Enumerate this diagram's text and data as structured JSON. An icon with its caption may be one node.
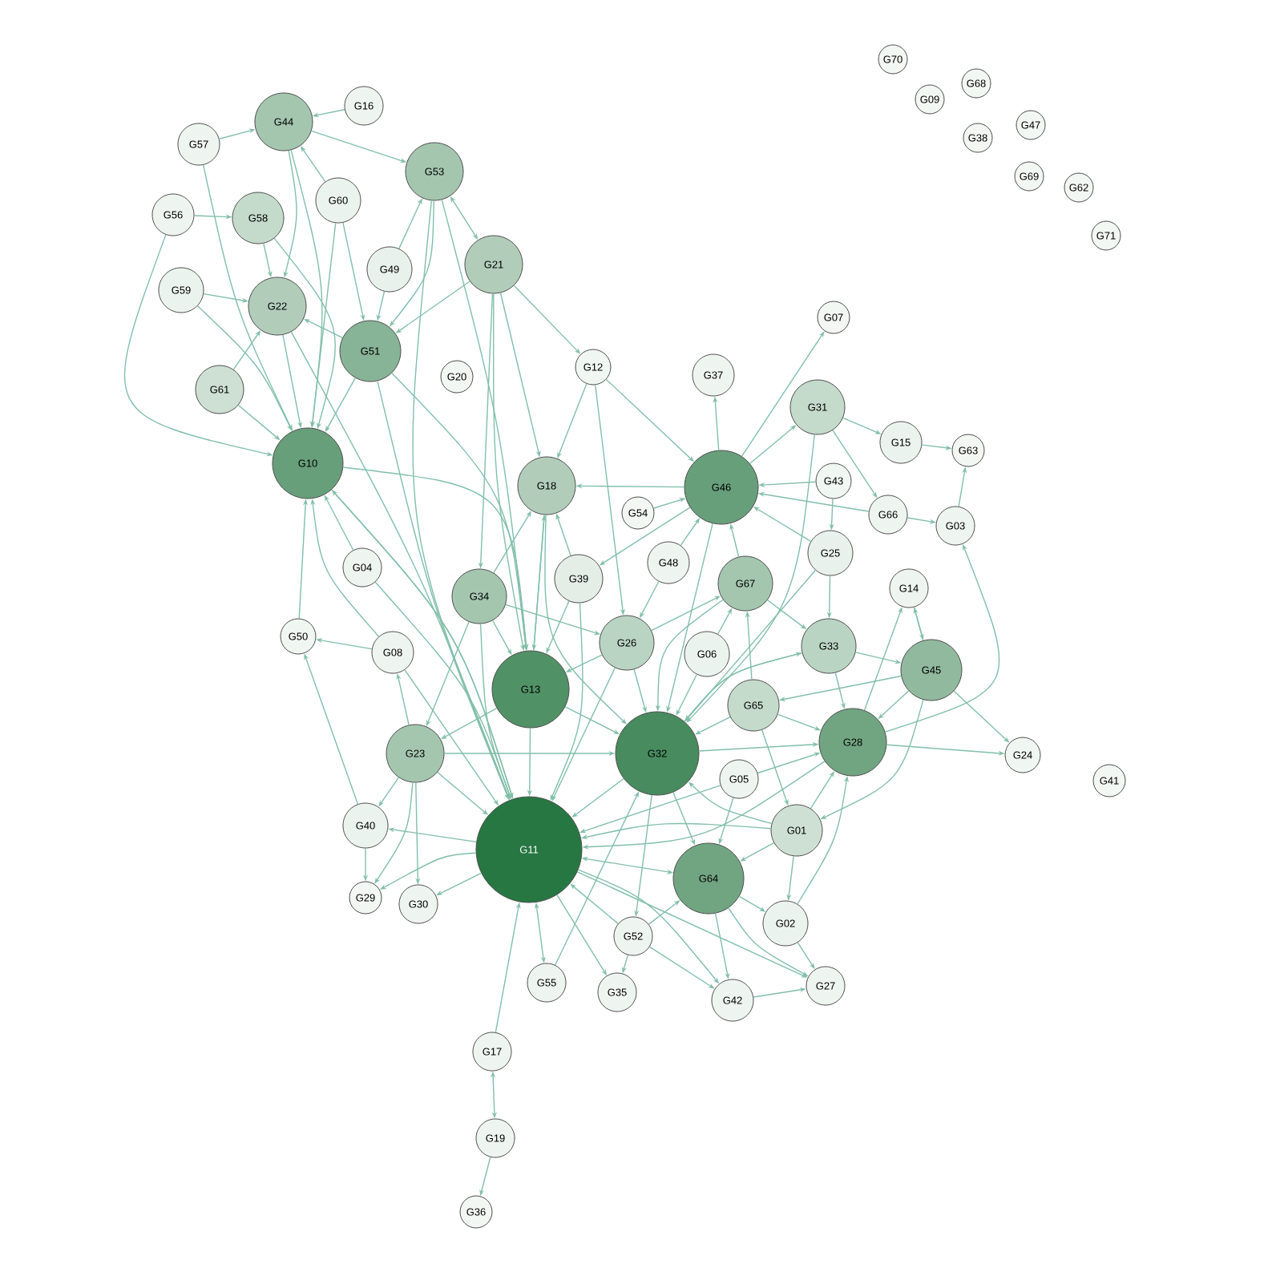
{
  "diagram": {
    "nodes": [
      {
        "text": [
          "G70"
        ]
      },
      {
        "text": [
          "G68"
        ]
      },
      {
        "text": [
          "G09"
        ]
      },
      {
        "text": [
          "G44"
        ]
      },
      {
        "text": [
          "G16"
        ]
      },
      {
        "text": [
          "G47"
        ]
      },
      {
        "text": [
          "G38"
        ]
      },
      {
        "text": [
          "G57"
        ]
      },
      {
        "text": [
          "G53"
        ]
      },
      {
        "text": [
          "G69"
        ]
      },
      {
        "text": [
          "G62"
        ]
      },
      {
        "text": [
          "G60"
        ]
      },
      {
        "text": [
          "G56"
        ]
      },
      {
        "text": [
          "G58"
        ]
      },
      {
        "text": [
          "G71"
        ]
      },
      {
        "text": [
          "G21"
        ]
      },
      {
        "text": [
          "G49"
        ]
      },
      {
        "text": [
          "G59"
        ]
      },
      {
        "text": [
          "G22"
        ]
      },
      {
        "text": [
          "G07"
        ]
      },
      {
        "text": [
          "G51"
        ]
      },
      {
        "text": [
          "G12"
        ]
      },
      {
        "text": [
          "G37"
        ]
      },
      {
        "text": [
          "G20"
        ]
      },
      {
        "text": [
          "G61"
        ]
      },
      {
        "text": [
          "G31"
        ]
      },
      {
        "text": [
          "G15"
        ]
      },
      {
        "text": [
          "G63"
        ]
      },
      {
        "text": [
          "G10"
        ]
      },
      {
        "text": [
          "G43"
        ]
      },
      {
        "text": [
          "G18"
        ]
      },
      {
        "text": [
          "G46"
        ]
      },
      {
        "text": [
          "G54"
        ]
      },
      {
        "text": [
          "G66"
        ]
      },
      {
        "text": [
          "G03"
        ]
      },
      {
        "text": [
          "G25"
        ]
      },
      {
        "text": [
          "G48"
        ]
      },
      {
        "text": [
          "G04"
        ]
      },
      {
        "text": [
          "G39"
        ]
      },
      {
        "text": [
          "G14"
        ]
      },
      {
        "text": [
          "G67"
        ]
      },
      {
        "text": [
          "G34"
        ]
      },
      {
        "text": [
          "G50"
        ]
      },
      {
        "text": [
          "G26"
        ]
      },
      {
        "text": [
          "G33"
        ]
      },
      {
        "text": [
          "G08"
        ]
      },
      {
        "text": [
          "G06"
        ]
      },
      {
        "text": [
          "G45"
        ]
      },
      {
        "text": [
          "G13"
        ]
      },
      {
        "text": [
          "G65"
        ]
      },
      {
        "text": [
          "G28"
        ]
      },
      {
        "text": [
          "G32"
        ]
      },
      {
        "text": [
          "G24"
        ]
      },
      {
        "text": [
          "G23"
        ]
      },
      {
        "text": [
          "G05"
        ]
      },
      {
        "text": [
          "G41"
        ]
      },
      {
        "text": [
          "G40"
        ]
      },
      {
        "text": [
          "G01"
        ]
      },
      {
        "text": [
          "G11"
        ]
      },
      {
        "text": [
          "G64"
        ]
      },
      {
        "text": [
          "G29"
        ]
      },
      {
        "text": [
          "G30"
        ]
      },
      {
        "text": [
          "G02"
        ]
      },
      {
        "text": [
          "G52"
        ]
      },
      {
        "text": [
          "G55"
        ]
      },
      {
        "text": [
          "G35"
        ]
      },
      {
        "text": [
          "G42"
        ]
      },
      {
        "text": [
          "G27"
        ]
      },
      {
        "text": [
          "G17"
        ]
      },
      {
        "text": [
          "G19"
        ]
      },
      {
        "text": [
          "G36"
        ]
      }
    ],
    "edges": [
      {
        "from": 53,
        "to": 58,
        "arrow": "to"
      },
      {
        "from": 48,
        "to": 58,
        "arrow": "to"
      },
      {
        "from": 51,
        "to": 58,
        "arrow": "to"
      },
      {
        "from": 59,
        "to": 58,
        "arrow": "both"
      },
      {
        "from": 20,
        "to": 58,
        "arrow": "to"
      },
      {
        "from": 28,
        "to": 58,
        "arrow": "to"
      },
      {
        "from": 41,
        "to": 58,
        "arrow": "to"
      },
      {
        "from": 58,
        "to": 56,
        "arrow": "to"
      },
      {
        "from": 58,
        "to": 61,
        "arrow": "to"
      },
      {
        "from": 63,
        "to": 58,
        "arrow": "to"
      },
      {
        "from": 58,
        "to": 64,
        "arrow": "both"
      },
      {
        "from": 58,
        "to": 65,
        "arrow": "to"
      },
      {
        "from": 68,
        "to": 58,
        "arrow": "to"
      },
      {
        "from": 15,
        "to": 41,
        "arrow": "to"
      },
      {
        "from": 8,
        "to": 58,
        "arrow": "to"
      },
      {
        "from": 45,
        "to": 58,
        "arrow": "to"
      },
      {
        "from": 57,
        "to": 58,
        "arrow": "to"
      },
      {
        "from": 31,
        "to": 38,
        "arrow": "to"
      },
      {
        "from": 43,
        "to": 58,
        "arrow": "to"
      },
      {
        "from": 50,
        "to": 58,
        "arrow": "to"
      },
      {
        "from": 38,
        "to": 58,
        "arrow": "to"
      },
      {
        "from": 37,
        "to": 58,
        "arrow": "to"
      },
      {
        "from": 18,
        "to": 58,
        "arrow": "to"
      },
      {
        "from": 58,
        "to": 60,
        "arrow": "to"
      },
      {
        "from": 58,
        "to": 67,
        "arrow": "to"
      },
      {
        "from": 58,
        "to": 66,
        "arrow": "to"
      },
      {
        "from": 54,
        "to": 58,
        "arrow": "to"
      },
      {
        "from": 48,
        "to": 51,
        "arrow": "to"
      },
      {
        "from": 43,
        "to": 51,
        "arrow": "to"
      },
      {
        "from": 49,
        "to": 51,
        "arrow": "to"
      },
      {
        "from": 40,
        "to": 51,
        "arrow": "to"
      },
      {
        "from": 31,
        "to": 51,
        "arrow": "to"
      },
      {
        "from": 51,
        "to": 50,
        "arrow": "to"
      },
      {
        "from": 44,
        "to": 51,
        "arrow": "to"
      },
      {
        "from": 47,
        "to": 49,
        "arrow": "to"
      },
      {
        "from": 57,
        "to": 51,
        "arrow": "to"
      },
      {
        "from": 46,
        "to": 51,
        "arrow": "to"
      },
      {
        "from": 30,
        "to": 51,
        "arrow": "to"
      },
      {
        "from": 25,
        "to": 51,
        "arrow": "to"
      },
      {
        "from": 41,
        "to": 43,
        "arrow": "to"
      },
      {
        "from": 21,
        "to": 43,
        "arrow": "to"
      },
      {
        "from": 35,
        "to": 51,
        "arrow": "to"
      },
      {
        "from": 53,
        "to": 51,
        "arrow": "to"
      },
      {
        "from": 51,
        "to": 63,
        "arrow": "to"
      },
      {
        "from": 28,
        "to": 48,
        "arrow": "to"
      },
      {
        "from": 20,
        "to": 48,
        "arrow": "to"
      },
      {
        "from": 15,
        "to": 48,
        "arrow": "to"
      },
      {
        "from": 8,
        "to": 48,
        "arrow": "to"
      },
      {
        "from": 41,
        "to": 48,
        "arrow": "to"
      },
      {
        "from": 38,
        "to": 48,
        "arrow": "to"
      },
      {
        "from": 30,
        "to": 48,
        "arrow": "to"
      },
      {
        "from": 48,
        "to": 53,
        "arrow": "to"
      },
      {
        "from": 43,
        "to": 48,
        "arrow": "to"
      },
      {
        "from": 3,
        "to": 28,
        "arrow": "to"
      },
      {
        "from": 13,
        "to": 28,
        "arrow": "to"
      },
      {
        "from": 18,
        "to": 28,
        "arrow": "to"
      },
      {
        "from": 24,
        "to": 28,
        "arrow": "to"
      },
      {
        "from": 17,
        "to": 28,
        "arrow": "to"
      },
      {
        "from": 11,
        "to": 28,
        "arrow": "to"
      },
      {
        "from": 12,
        "to": 28,
        "arrow": "to"
      },
      {
        "from": 7,
        "to": 28,
        "arrow": "to"
      },
      {
        "from": 20,
        "to": 28,
        "arrow": "to"
      },
      {
        "from": 45,
        "to": 28,
        "arrow": "to"
      },
      {
        "from": 37,
        "to": 28,
        "arrow": "to"
      },
      {
        "from": 58,
        "to": 28,
        "arrow": "to"
      },
      {
        "from": 31,
        "to": 25,
        "arrow": "to"
      },
      {
        "from": 31,
        "to": 22,
        "arrow": "to"
      },
      {
        "from": 29,
        "to": 31,
        "arrow": "to"
      },
      {
        "from": 33,
        "to": 31,
        "arrow": "to"
      },
      {
        "from": 35,
        "to": 31,
        "arrow": "to"
      },
      {
        "from": 40,
        "to": 31,
        "arrow": "to"
      },
      {
        "from": 36,
        "to": 31,
        "arrow": "to"
      },
      {
        "from": 31,
        "to": 30,
        "arrow": "to"
      },
      {
        "from": 32,
        "to": 31,
        "arrow": "to"
      },
      {
        "from": 31,
        "to": 19,
        "arrow": "to"
      },
      {
        "from": 21,
        "to": 31,
        "arrow": "to"
      },
      {
        "from": 47,
        "to": 50,
        "arrow": "to"
      },
      {
        "from": 44,
        "to": 50,
        "arrow": "to"
      },
      {
        "from": 57,
        "to": 50,
        "arrow": "to"
      },
      {
        "from": 49,
        "to": 50,
        "arrow": "to"
      },
      {
        "from": 50,
        "to": 39,
        "arrow": "to"
      },
      {
        "from": 50,
        "to": 34,
        "arrow": "to"
      },
      {
        "from": 50,
        "to": 52,
        "arrow": "to"
      },
      {
        "from": 62,
        "to": 50,
        "arrow": "to"
      },
      {
        "from": 57,
        "to": 59,
        "arrow": "to"
      },
      {
        "from": 59,
        "to": 62,
        "arrow": "to"
      },
      {
        "from": 51,
        "to": 59,
        "arrow": "to"
      },
      {
        "from": 59,
        "to": 66,
        "arrow": "to"
      },
      {
        "from": 63,
        "to": 59,
        "arrow": "to"
      },
      {
        "from": 54,
        "to": 59,
        "arrow": "to"
      },
      {
        "from": 59,
        "to": 67,
        "arrow": "to"
      },
      {
        "from": 68,
        "to": 69,
        "arrow": "both"
      },
      {
        "from": 69,
        "to": 70,
        "arrow": "to"
      },
      {
        "from": 15,
        "to": 21,
        "arrow": "to"
      },
      {
        "from": 8,
        "to": 15,
        "arrow": "both"
      },
      {
        "from": 3,
        "to": 8,
        "arrow": "to"
      },
      {
        "from": 4,
        "to": 3,
        "arrow": "to"
      },
      {
        "from": 16,
        "to": 20,
        "arrow": "to"
      },
      {
        "from": 15,
        "to": 30,
        "arrow": "to"
      },
      {
        "from": 21,
        "to": 30,
        "arrow": "to"
      },
      {
        "from": 20,
        "to": 18,
        "arrow": "to"
      },
      {
        "from": 11,
        "to": 20,
        "arrow": "to"
      },
      {
        "from": 16,
        "to": 8,
        "arrow": "to"
      },
      {
        "from": 13,
        "to": 18,
        "arrow": "to"
      },
      {
        "from": 7,
        "to": 3,
        "arrow": "to"
      },
      {
        "from": 12,
        "to": 13,
        "arrow": "to"
      },
      {
        "from": 17,
        "to": 18,
        "arrow": "to"
      },
      {
        "from": 24,
        "to": 18,
        "arrow": "to"
      },
      {
        "from": 3,
        "to": 18,
        "arrow": "to"
      },
      {
        "from": 15,
        "to": 20,
        "arrow": "to"
      },
      {
        "from": 8,
        "to": 20,
        "arrow": "to"
      },
      {
        "from": 11,
        "to": 3,
        "arrow": "to"
      },
      {
        "from": 42,
        "to": 28,
        "arrow": "to"
      },
      {
        "from": 45,
        "to": 42,
        "arrow": "to"
      },
      {
        "from": 56,
        "to": 42,
        "arrow": "to"
      },
      {
        "from": 53,
        "to": 56,
        "arrow": "to"
      },
      {
        "from": 53,
        "to": 60,
        "arrow": "to"
      },
      {
        "from": 41,
        "to": 53,
        "arrow": "to"
      },
      {
        "from": 25,
        "to": 26,
        "arrow": "to"
      },
      {
        "from": 26,
        "to": 27,
        "arrow": "to"
      },
      {
        "from": 33,
        "to": 34,
        "arrow": "to"
      },
      {
        "from": 34,
        "to": 27,
        "arrow": "to"
      },
      {
        "from": 39,
        "to": 47,
        "arrow": "to"
      },
      {
        "from": 44,
        "to": 47,
        "arrow": "to"
      },
      {
        "from": 35,
        "to": 44,
        "arrow": "to"
      },
      {
        "from": 29,
        "to": 35,
        "arrow": "to"
      },
      {
        "from": 40,
        "to": 44,
        "arrow": "to"
      },
      {
        "from": 46,
        "to": 40,
        "arrow": "to"
      },
      {
        "from": 49,
        "to": 40,
        "arrow": "to"
      },
      {
        "from": 43,
        "to": 40,
        "arrow": "to"
      },
      {
        "from": 38,
        "to": 30,
        "arrow": "to"
      },
      {
        "from": 36,
        "to": 43,
        "arrow": "to"
      },
      {
        "from": 25,
        "to": 33,
        "arrow": "to"
      },
      {
        "from": 57,
        "to": 62,
        "arrow": "to"
      },
      {
        "from": 62,
        "to": 67,
        "arrow": "to"
      },
      {
        "from": 66,
        "to": 67,
        "arrow": "to"
      },
      {
        "from": 63,
        "to": 66,
        "arrow": "to"
      },
      {
        "from": 63,
        "to": 65,
        "arrow": "to"
      },
      {
        "from": 64,
        "to": 51,
        "arrow": "to"
      },
      {
        "from": 53,
        "to": 45,
        "arrow": "to"
      },
      {
        "from": 56,
        "to": 60,
        "arrow": "to"
      },
      {
        "from": 53,
        "to": 61,
        "arrow": "to"
      },
      {
        "from": 47,
        "to": 52,
        "arrow": "to"
      },
      {
        "from": 51,
        "to": 44,
        "arrow": "to"
      },
      {
        "from": 54,
        "to": 50,
        "arrow": "to"
      },
      {
        "from": 49,
        "to": 57,
        "arrow": "to"
      },
      {
        "from": 47,
        "to": 57,
        "arrow": "to"
      },
      {
        "from": 47,
        "to": 39,
        "arrow": "to"
      },
      {
        "from": 48,
        "to": 30,
        "arrow": "to"
      },
      {
        "from": 41,
        "to": 30,
        "arrow": "to"
      }
    ]
  }
}
